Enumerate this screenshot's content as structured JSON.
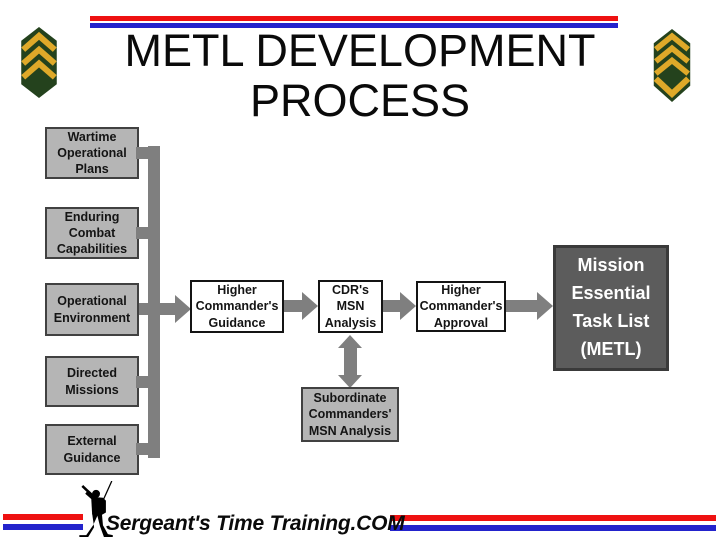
{
  "title": {
    "text": "METL DEVELOPMENT\nPROCESS"
  },
  "header": {
    "left_insignia": "sergeant-rank-chevrons",
    "right_insignia": "staff-sergeant-rank-chevrons",
    "stripe_red": "#ee1111",
    "stripe_blue": "#2323cc"
  },
  "flowchart": {
    "inputs": [
      {
        "label": "Wartime\nOperational\nPlans"
      },
      {
        "label": "Enduring\nCombat\nCapabilities"
      },
      {
        "label": "Operational\nEnvironment"
      },
      {
        "label": "Directed\nMissions"
      },
      {
        "label": "External\nGuidance"
      }
    ],
    "process": [
      {
        "label": "Higher\nCommander's\nGuidance"
      },
      {
        "label": "CDR's\nMSN\nAnalysis"
      },
      {
        "label": "Higher\nCommander's\nApproval"
      }
    ],
    "output": {
      "label": "Mission\nEssential\nTask List\n(METL)"
    },
    "feedback": {
      "label": "Subordinate\nCommanders'\nMSN Analysis"
    },
    "colors": {
      "input_box_fill": "#b5b5b5",
      "process_box_fill": "#ffffff",
      "output_box_fill": "#5c5c5c",
      "connector_gray": "#7f7f7f"
    }
  },
  "footer": {
    "brand": "Sergeant's Time Training.COM"
  }
}
